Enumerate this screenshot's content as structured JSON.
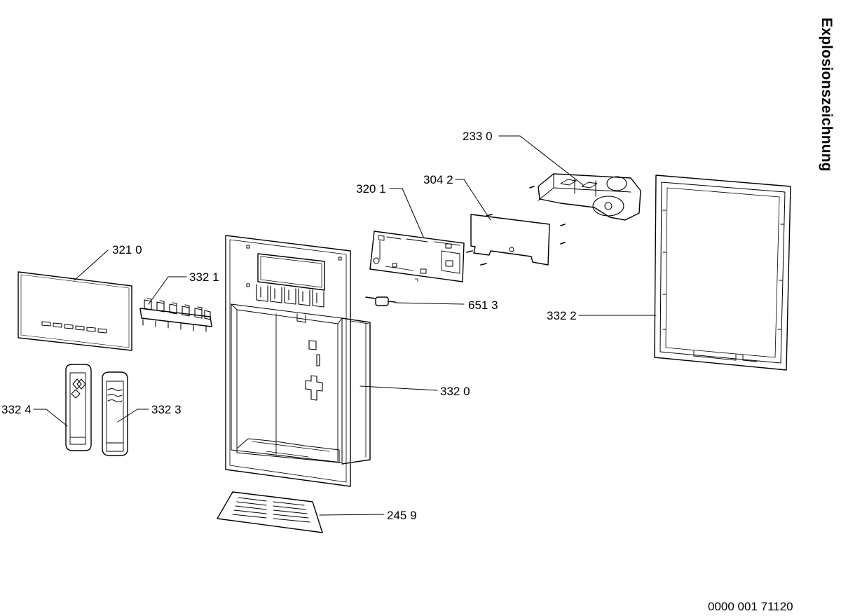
{
  "title": "Explosionszeichnung",
  "document_number": "0000 001 71120",
  "parts": [
    {
      "label": "233 0",
      "name": "callout-233-0"
    },
    {
      "label": "304 2",
      "name": "callout-304-2"
    },
    {
      "label": "320 1",
      "name": "callout-320-1"
    },
    {
      "label": "321 0",
      "name": "callout-321-0"
    },
    {
      "label": "332 1",
      "name": "callout-332-1"
    },
    {
      "label": "651 3",
      "name": "callout-651-3"
    },
    {
      "label": "332 2",
      "name": "callout-332-2"
    },
    {
      "label": "332 0",
      "name": "callout-332-0"
    },
    {
      "label": "332 4",
      "name": "callout-332-4"
    },
    {
      "label": "332 3",
      "name": "callout-332-3"
    },
    {
      "label": "245 9",
      "name": "callout-245-9"
    }
  ]
}
